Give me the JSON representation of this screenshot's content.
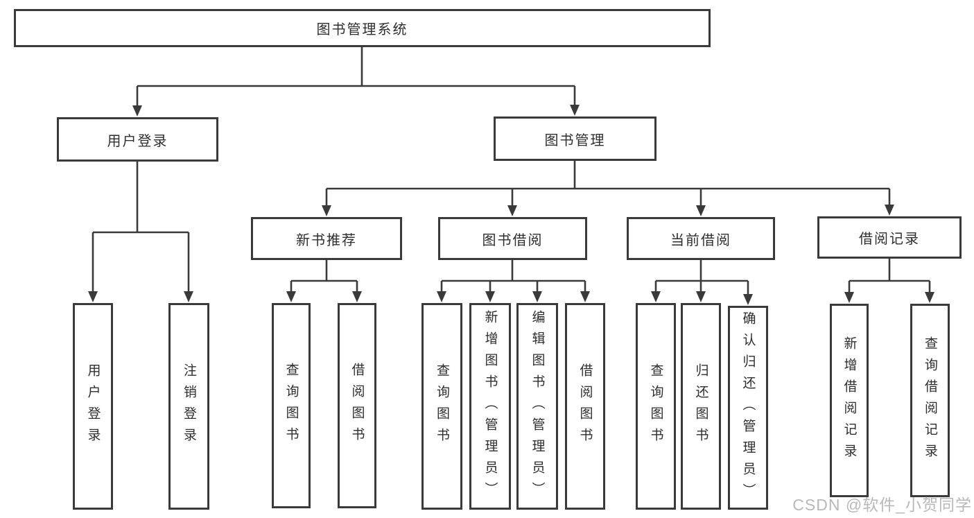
{
  "tree": {
    "root": "图书管理系统",
    "level2": [
      "用户登录",
      "图书管理"
    ],
    "level3": [
      "新书推荐",
      "图书借阅",
      "当前借阅",
      "借阅记录"
    ],
    "leaves": {
      "login": [
        "用户登录",
        "注销登录"
      ],
      "new_books": [
        "查询图书",
        "借阅图书"
      ],
      "book_borrow": [
        "查询图书",
        "新增图书（管理员）",
        "编辑图书（管理员）",
        "借阅图书"
      ],
      "current_borrow": [
        "查询图书",
        "归还图书",
        "确认归还（管理员）"
      ],
      "borrow_records": [
        "新增借阅记录",
        "查询借阅记录"
      ]
    }
  },
  "watermark": {
    "text": "CSDN @软件_小贺同学"
  },
  "colors": {
    "line": "#3a3a3a",
    "box_border": "#3a3a3a",
    "text": "#2e2e2e",
    "watermark": "#b8b8b8",
    "background": "#ffffff"
  }
}
